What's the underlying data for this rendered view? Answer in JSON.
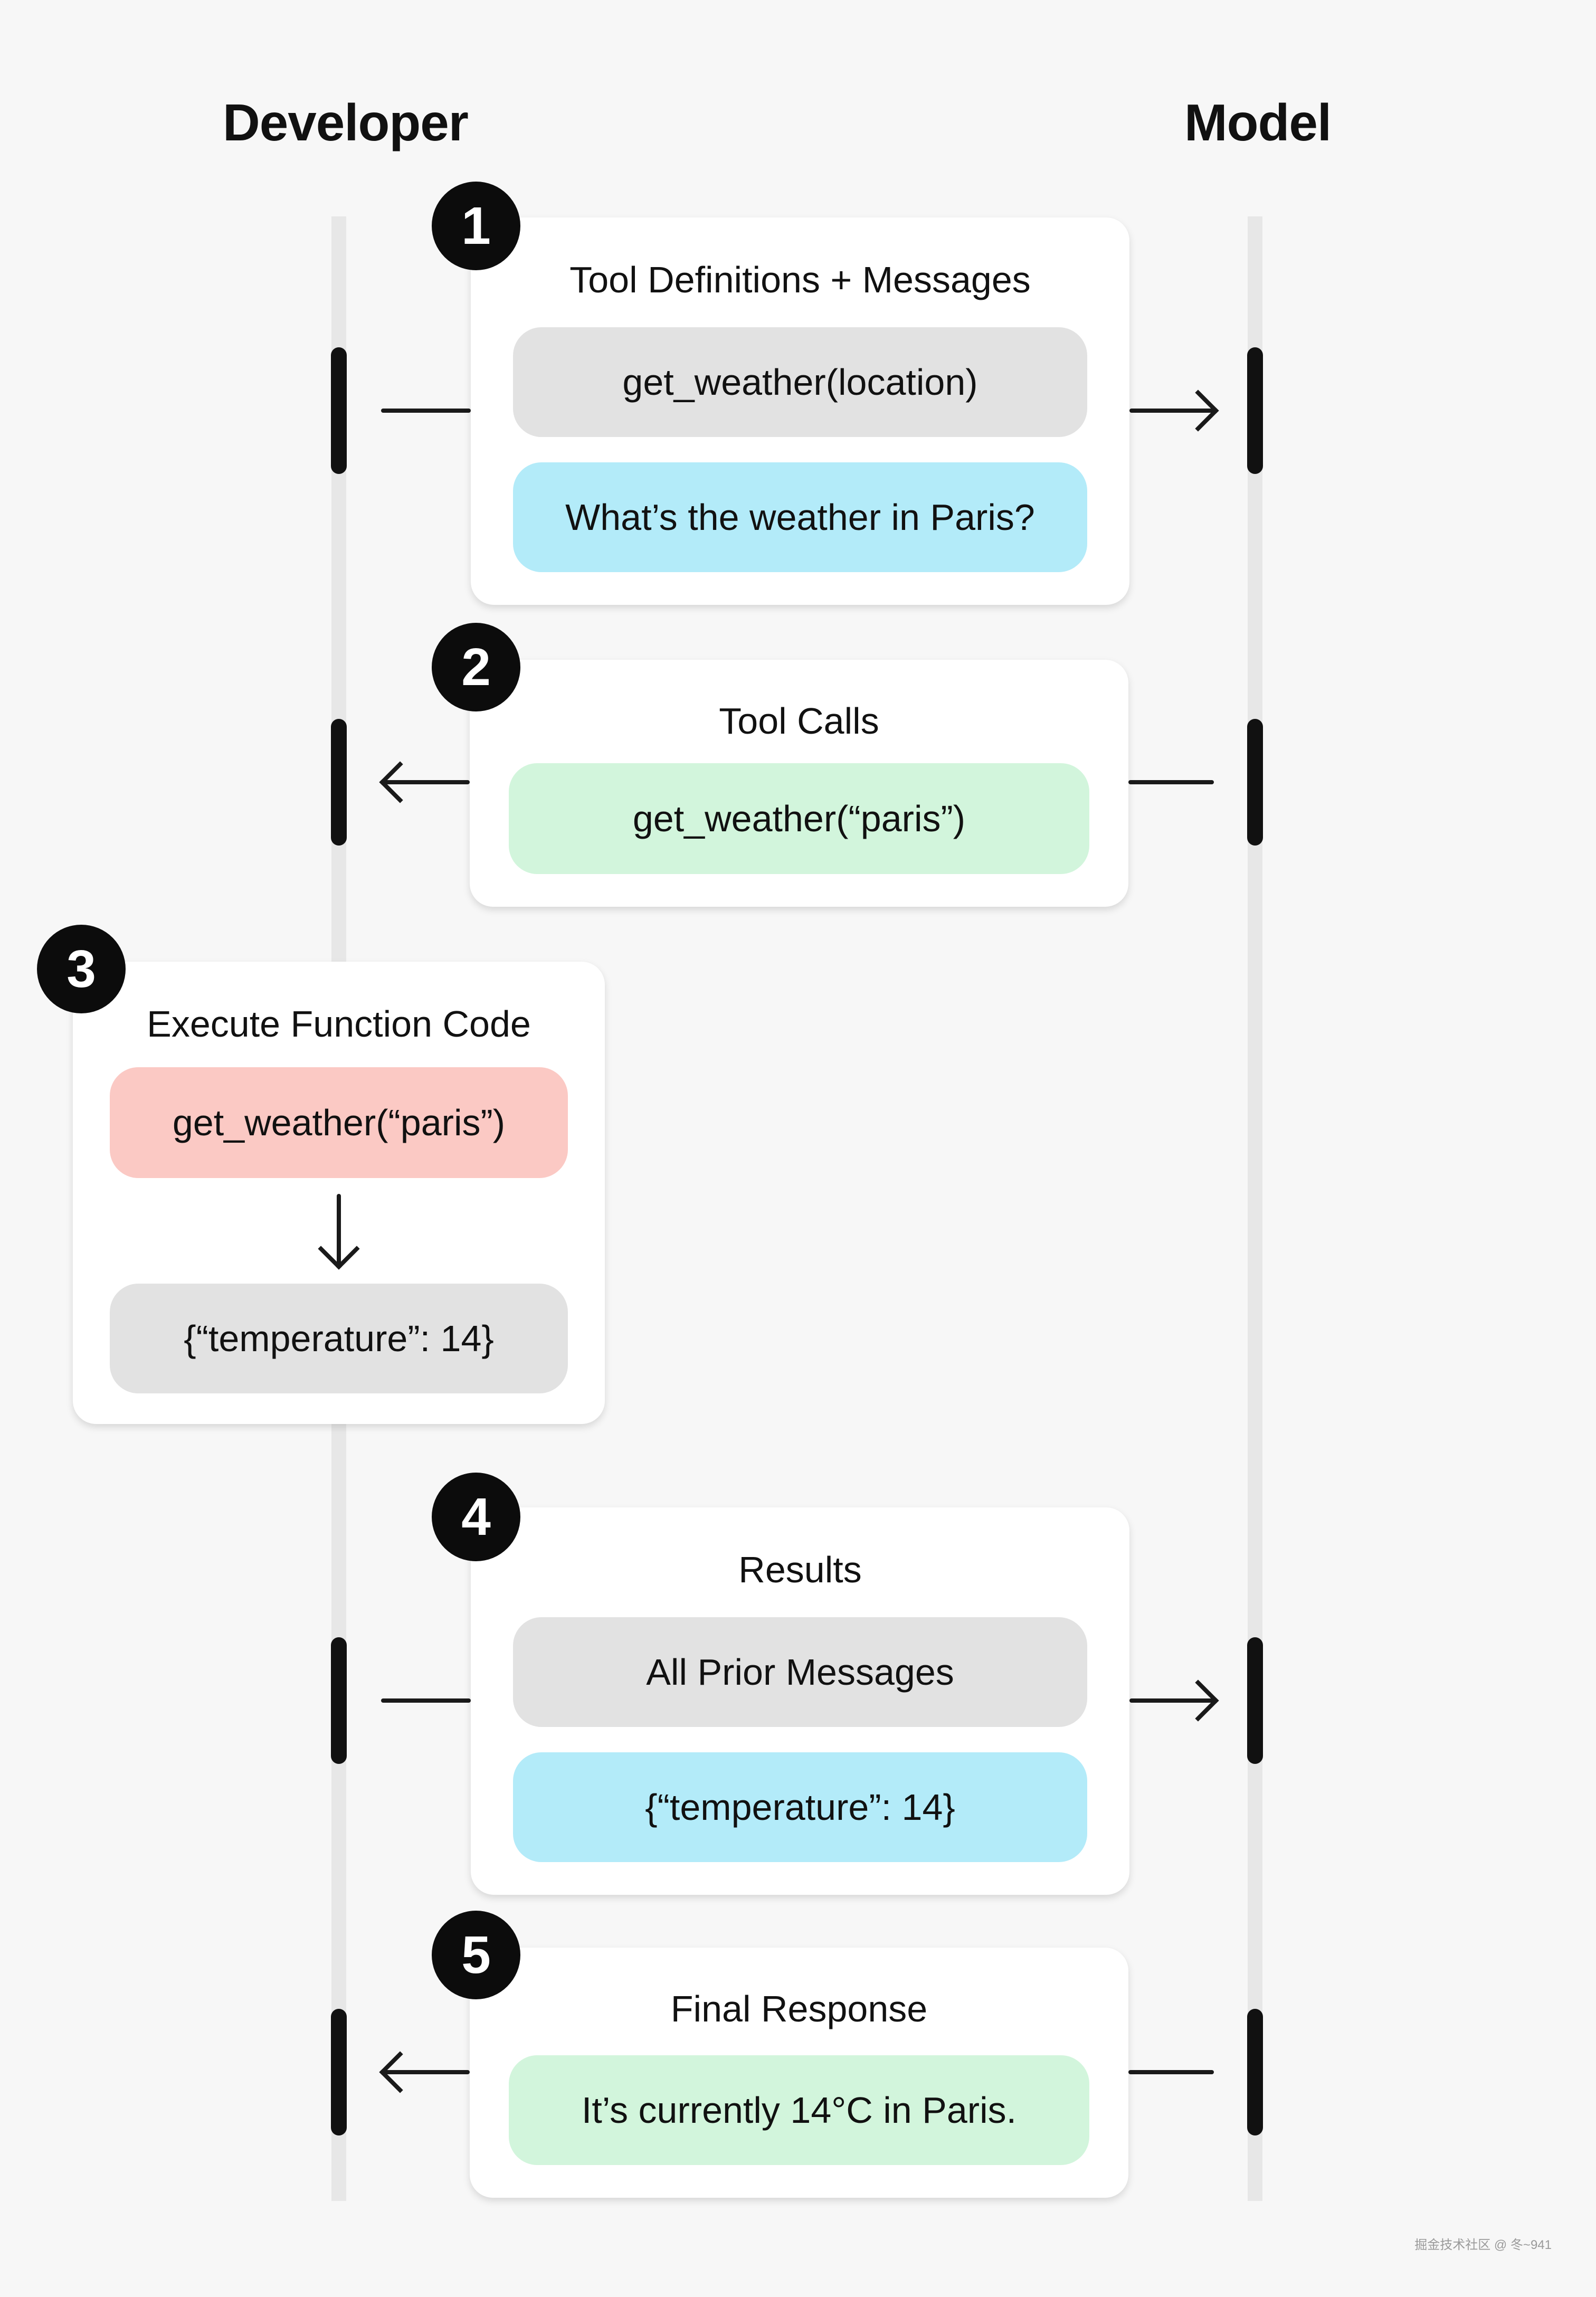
{
  "headers": {
    "developer": "Developer",
    "model": "Model"
  },
  "steps": [
    {
      "number": "1",
      "title": "Tool Definitions + Messages",
      "pills": [
        "get_weather(location)",
        "What’s the weather in Paris?"
      ]
    },
    {
      "number": "2",
      "title": "Tool Calls",
      "pills": [
        "get_weather(“paris”)"
      ]
    },
    {
      "number": "3",
      "title": "Execute Function Code",
      "pills": [
        "get_weather(“paris”)",
        "{“temperature”: 14}"
      ]
    },
    {
      "number": "4",
      "title": "Results",
      "pills": [
        "All Prior Messages",
        "{“temperature”: 14}"
      ]
    },
    {
      "number": "5",
      "title": "Final Response",
      "pills": [
        "It’s currently 14°C in Paris."
      ]
    }
  ],
  "colors": {
    "gray_pill": "#e2e2e2",
    "blue_pill": "#b3ebf9",
    "green_pill": "#d2f5dc",
    "red_pill": "#fbc9c4",
    "badge": "#0c0c0c"
  },
  "watermark": "掘金技术社区 @ 冬~941"
}
